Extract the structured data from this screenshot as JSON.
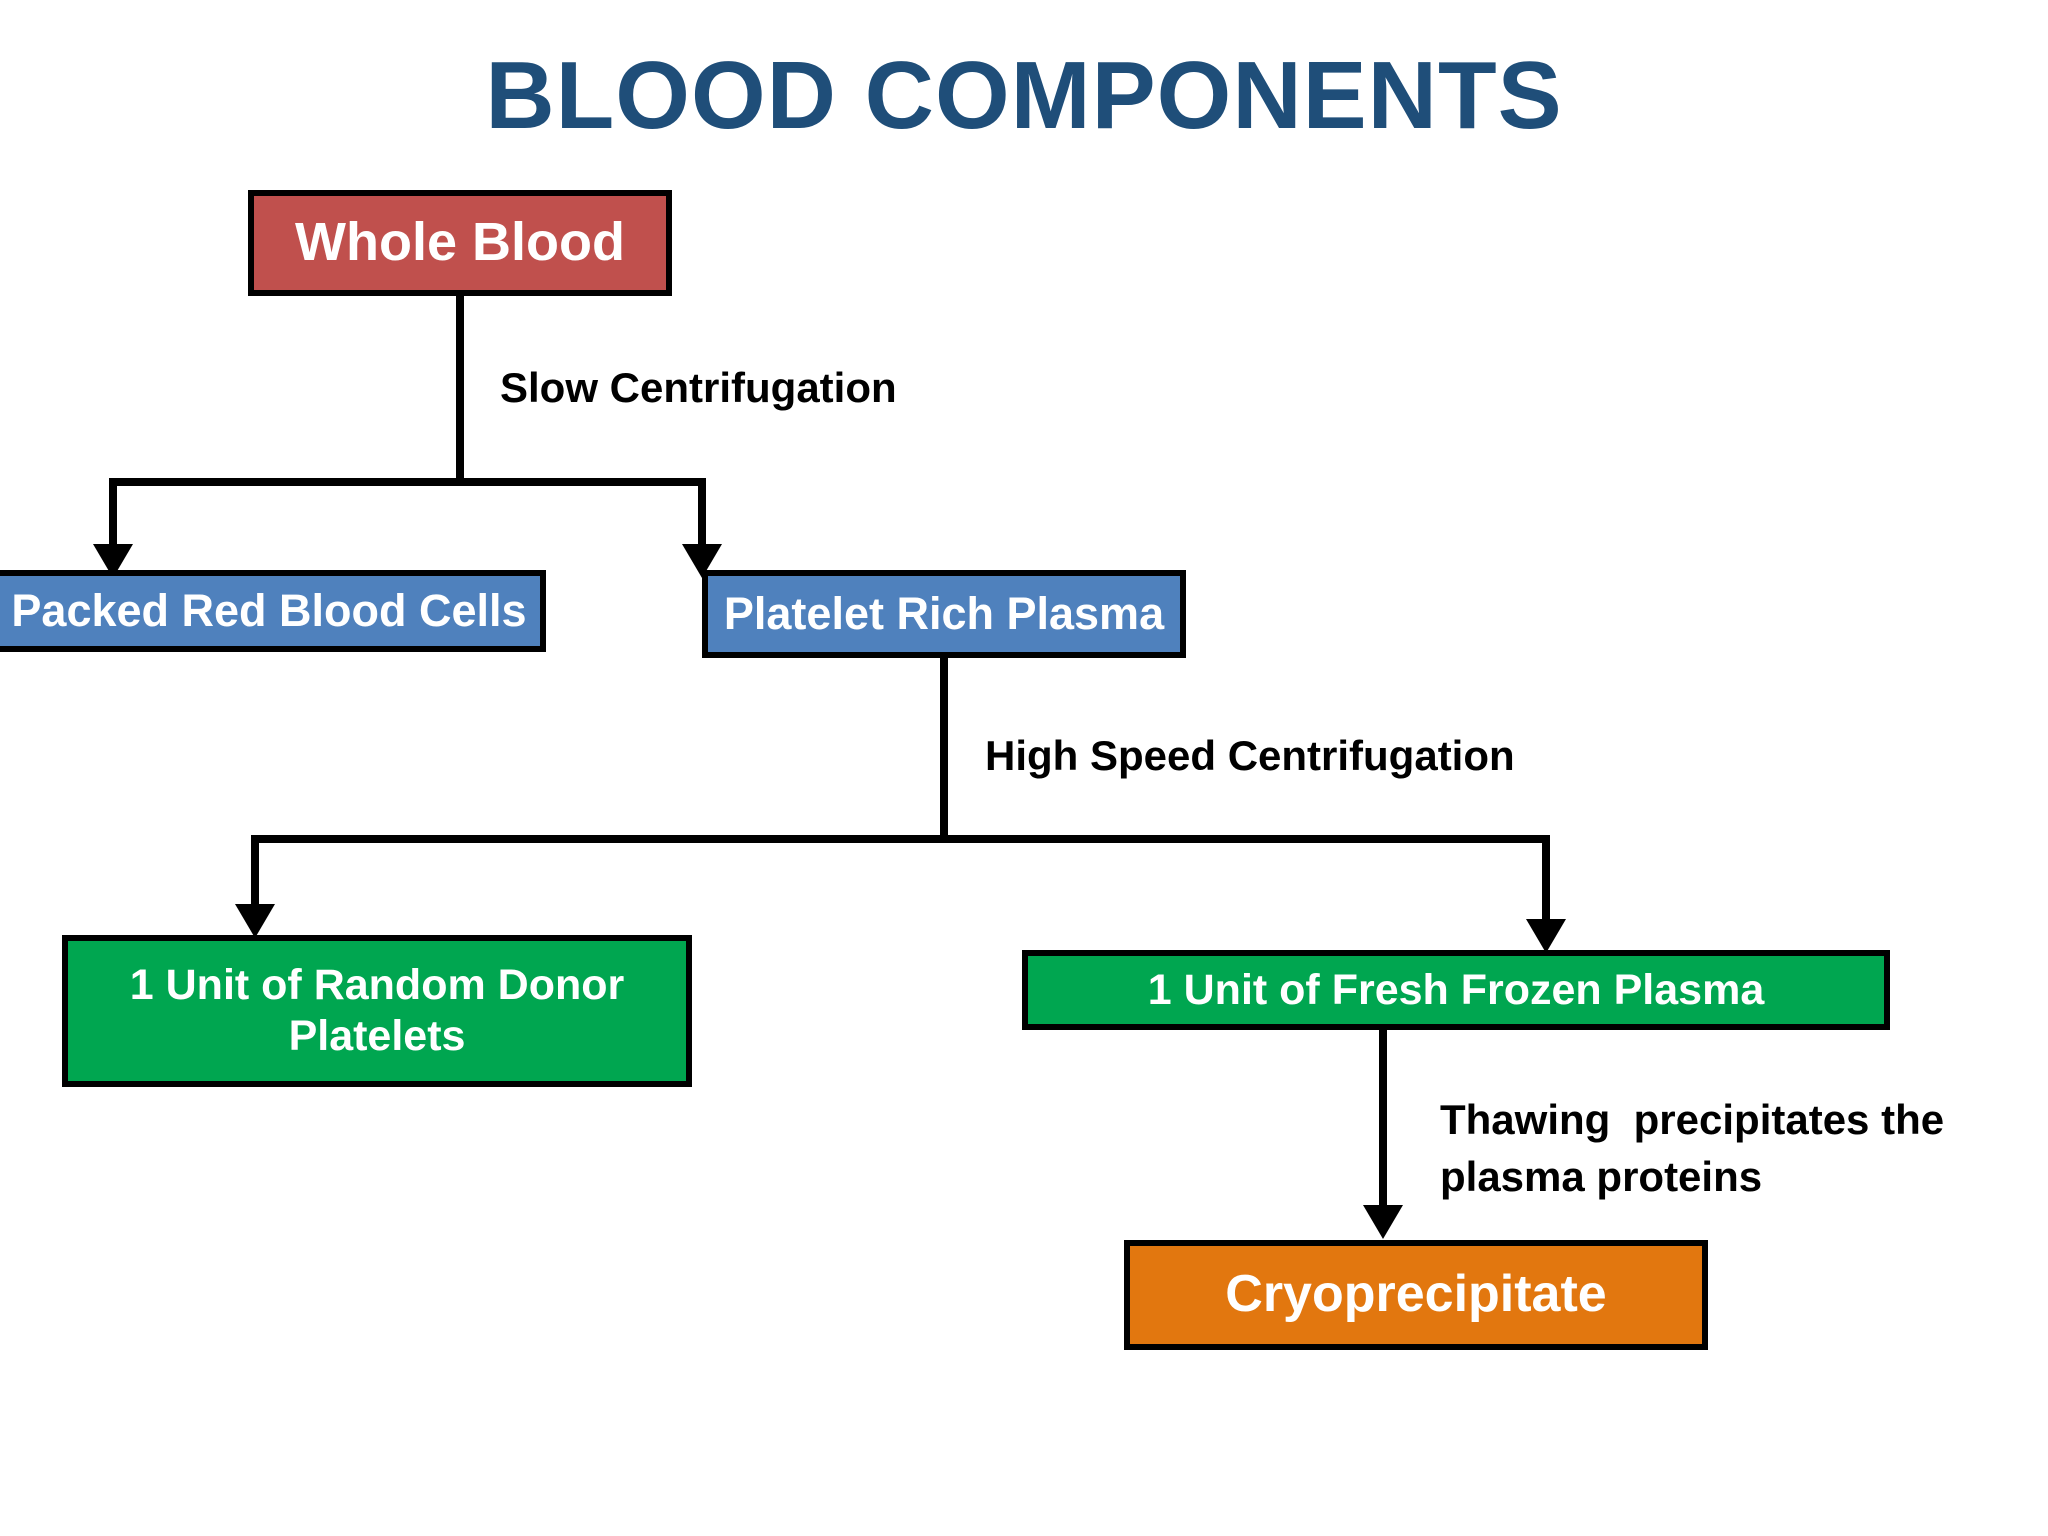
{
  "page": {
    "title": "BLOOD COMPONENTS",
    "background_color": "#FFFFFF",
    "title_color": "#1F4E79"
  },
  "palette": {
    "whole_blood": "#C0504D",
    "plasma_blue": "#4F81BD",
    "product_green": "#00A650",
    "cryo_orange": "#E2770F",
    "border": "#000000",
    "node_text": "#FFFFFF",
    "edge_label_text": "#000000"
  },
  "nodes": {
    "whole_blood": {
      "label": "Whole Blood",
      "color": "#C0504D"
    },
    "packed_red_blood_cells": {
      "label": "Packed Red Blood Cells",
      "color": "#4F81BD"
    },
    "platelet_rich_plasma": {
      "label": "Platelet Rich Plasma",
      "color": "#4F81BD"
    },
    "random_donor_platelets": {
      "label": "1 Unit of Random Donor Platelets",
      "color": "#00A650"
    },
    "fresh_frozen_plasma": {
      "label": "1 Unit of Fresh Frozen Plasma",
      "color": "#00A650"
    },
    "cryoprecipitate": {
      "label": "Cryoprecipitate",
      "color": "#E2770F"
    }
  },
  "edges": {
    "slow_centrifugation": {
      "label": "Slow Centrifugation",
      "from": "whole_blood",
      "to": [
        "packed_red_blood_cells",
        "platelet_rich_plasma"
      ]
    },
    "high_speed_centrifugation": {
      "label": "High Speed Centrifugation",
      "from": "platelet_rich_plasma",
      "to": [
        "random_donor_platelets",
        "fresh_frozen_plasma"
      ]
    },
    "thawing": {
      "label": "Thawing  precipitates the plasma proteins",
      "from": "fresh_frozen_plasma",
      "to": [
        "cryoprecipitate"
      ]
    }
  },
  "chart_data": {
    "type": "diagram",
    "diagram_kind": "flowchart",
    "title": "BLOOD COMPONENTS",
    "orientation": "top-down",
    "nodes": [
      {
        "id": "whole_blood",
        "label": "Whole Blood",
        "level": 0,
        "fill": "#C0504D"
      },
      {
        "id": "packed_red_blood_cells",
        "label": "Packed Red Blood Cells",
        "level": 1,
        "fill": "#4F81BD"
      },
      {
        "id": "platelet_rich_plasma",
        "label": "Platelet Rich Plasma",
        "level": 1,
        "fill": "#4F81BD"
      },
      {
        "id": "random_donor_platelets",
        "label": "1 Unit of Random Donor Platelets",
        "level": 2,
        "fill": "#00A650"
      },
      {
        "id": "fresh_frozen_plasma",
        "label": "1 Unit of Fresh Frozen Plasma",
        "level": 2,
        "fill": "#00A650"
      },
      {
        "id": "cryoprecipitate",
        "label": "Cryoprecipitate",
        "level": 3,
        "fill": "#E2770F"
      }
    ],
    "links": [
      {
        "source": "whole_blood",
        "target": "packed_red_blood_cells",
        "label": "Slow Centrifugation"
      },
      {
        "source": "whole_blood",
        "target": "platelet_rich_plasma",
        "label": "Slow Centrifugation"
      },
      {
        "source": "platelet_rich_plasma",
        "target": "random_donor_platelets",
        "label": "High Speed Centrifugation"
      },
      {
        "source": "platelet_rich_plasma",
        "target": "fresh_frozen_plasma",
        "label": "High Speed Centrifugation"
      },
      {
        "source": "fresh_frozen_plasma",
        "target": "cryoprecipitate",
        "label": "Thawing  precipitates the plasma proteins"
      }
    ]
  }
}
